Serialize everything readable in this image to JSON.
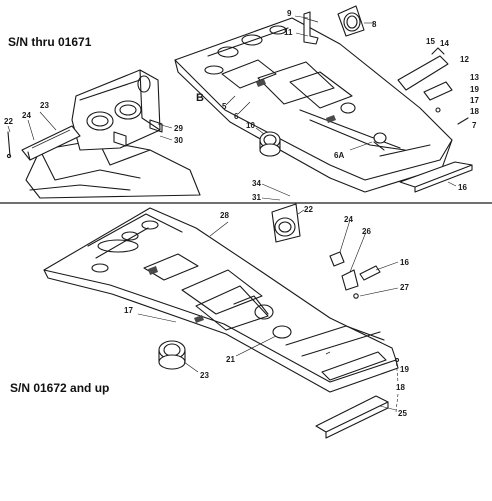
{
  "sections": {
    "upper_label": "S/N thru 01671",
    "lower_label": "S/N 01672 and up"
  },
  "callouts_upper": [
    "9",
    "11",
    "8",
    "15",
    "14",
    "12",
    "13",
    "19",
    "17",
    "18",
    "7",
    "23",
    "24",
    "22",
    "B",
    "5",
    "6",
    "29",
    "30",
    "10",
    "6A",
    "16",
    "34",
    "31"
  ],
  "callouts_lower": [
    "28",
    "22",
    "24",
    "26",
    "16",
    "27",
    "17",
    "21",
    "23",
    "19",
    "18",
    "25"
  ],
  "colors": {
    "ink": "#1a1a1a",
    "paper": "#ffffff"
  }
}
